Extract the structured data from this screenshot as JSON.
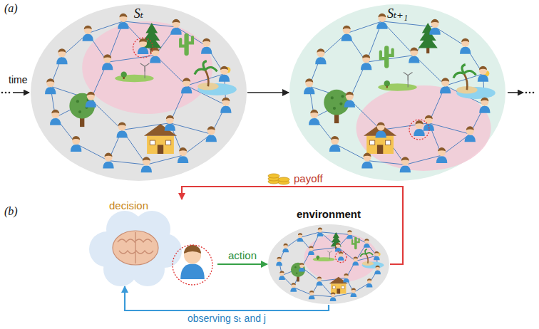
{
  "diagram": {
    "nodes": [
      {
        "text": [
          "Sₜ"
        ]
      },
      {
        "text": [
          "Sₜ₊₁"
        ]
      },
      {
        "text": [
          "decision"
        ]
      },
      {
        "text": [
          "environment"
        ]
      }
    ],
    "edges": [
      {
        "from": 0,
        "to": 1,
        "arrow": "to"
      },
      {
        "from": 2,
        "to": 3,
        "label": "action",
        "arrow": "to"
      },
      {
        "from": 3,
        "to": 2,
        "label": "payoff",
        "arrow": "to"
      },
      {
        "from": 3,
        "to": 2,
        "label": "observing sₜ and j",
        "arrow": "to"
      }
    ],
    "labels": [
      "(a)",
      "time",
      "(b)"
    ]
  }
}
